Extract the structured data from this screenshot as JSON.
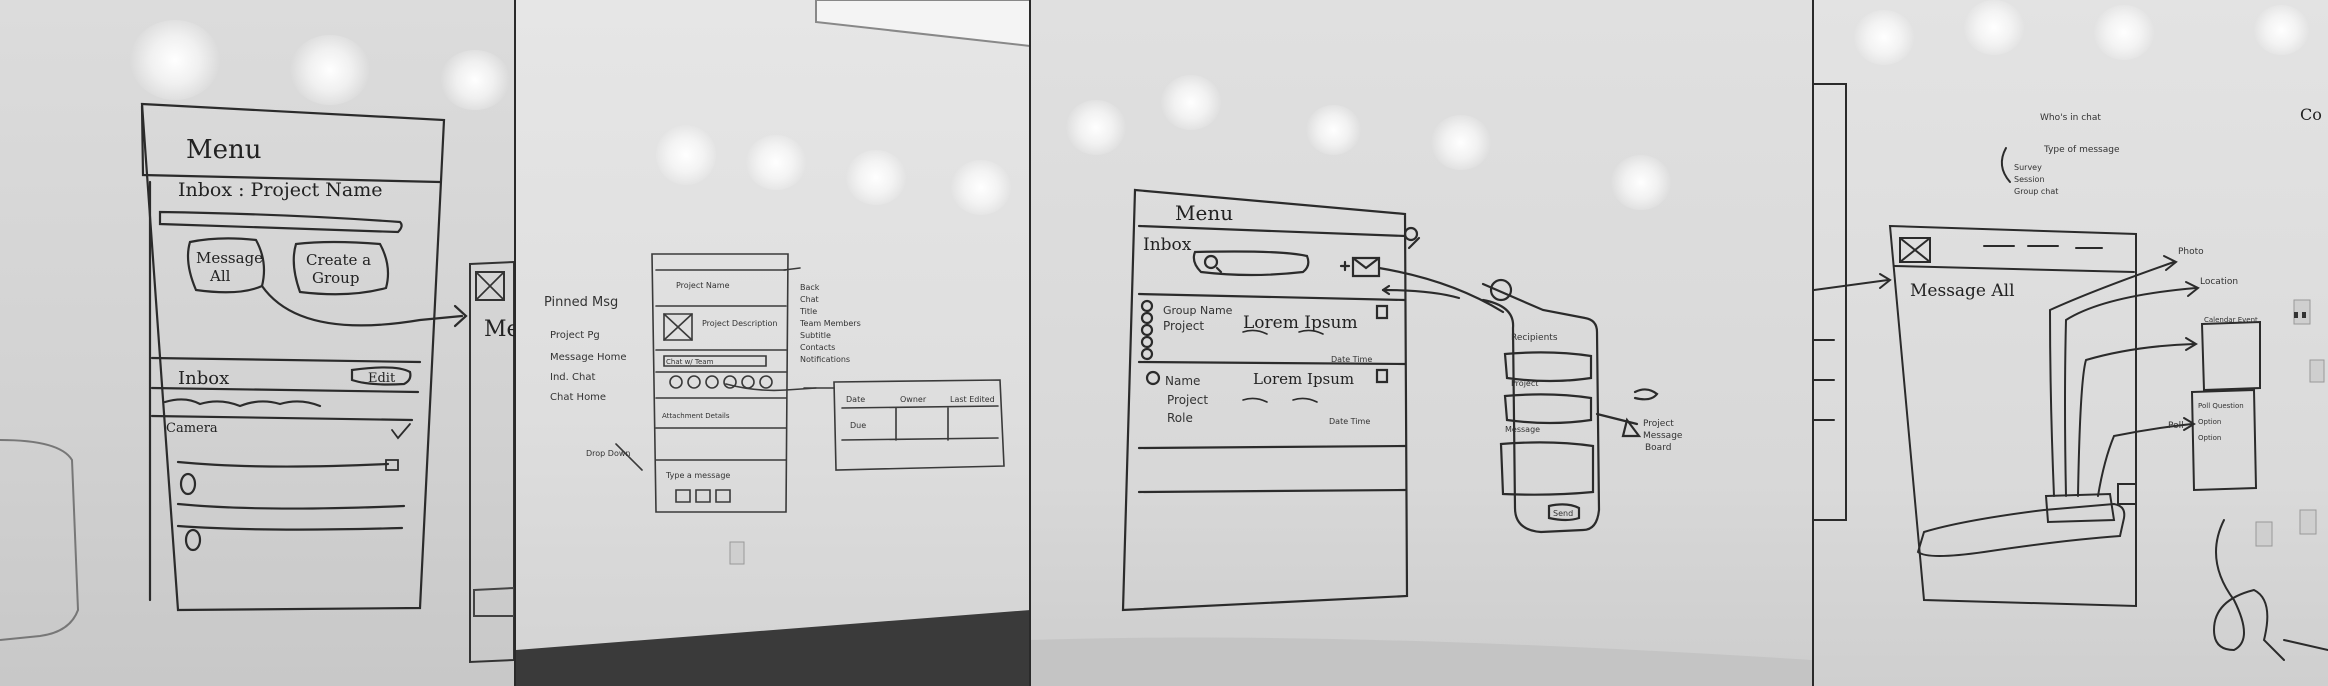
{
  "panel1": {
    "menu": "Menu",
    "inbox_project": "Inbox : Project Name",
    "message_all": [
      "Message",
      "All"
    ],
    "create_group": [
      "Create a",
      "Group"
    ],
    "inbox": "Inbox",
    "edit": "Edit",
    "item": "Camera",
    "side": "Me"
  },
  "panel2": {
    "left_list_title": "Pinned Msg",
    "left_list": [
      "Project Pg",
      "Message Home",
      "Ind. Chat",
      "Chat Home"
    ],
    "right_list": [
      "Back",
      "Chat",
      "Title",
      "Team Members",
      "Subtitle",
      "Contacts",
      "Notifications"
    ],
    "top_row": [
      "Project Name",
      "Project Description"
    ],
    "chat_label": "Chat w/ Team",
    "field_note": "Attachment Details",
    "type_prompt": "Type a message",
    "drop_note": "Drop Down",
    "detail_box": [
      "Date",
      "Owner",
      "Due",
      "Last Edited"
    ]
  },
  "panel3": {
    "menu": "Menu",
    "inbox": "Inbox",
    "row1": [
      "Group Name",
      "Project"
    ],
    "row2": [
      "Name",
      "Project",
      "Role"
    ],
    "lorem": "Lorem Ipsum",
    "time": "Date Time",
    "form_fields": [
      "Recipients",
      "Project",
      "Message"
    ],
    "send": "Send",
    "note": [
      "Project",
      "Message",
      "Board"
    ]
  },
  "panel4": {
    "notes": [
      "Who's in chat",
      "Type of message"
    ],
    "subnotes": [
      "Survey",
      "Session",
      "Group chat"
    ],
    "message_all": "Message All",
    "labels": [
      "Photo",
      "Location",
      "Calendar Event",
      "Poll"
    ],
    "poll": [
      "Poll Question",
      "Option",
      "Option"
    ],
    "side_c": "Co"
  }
}
